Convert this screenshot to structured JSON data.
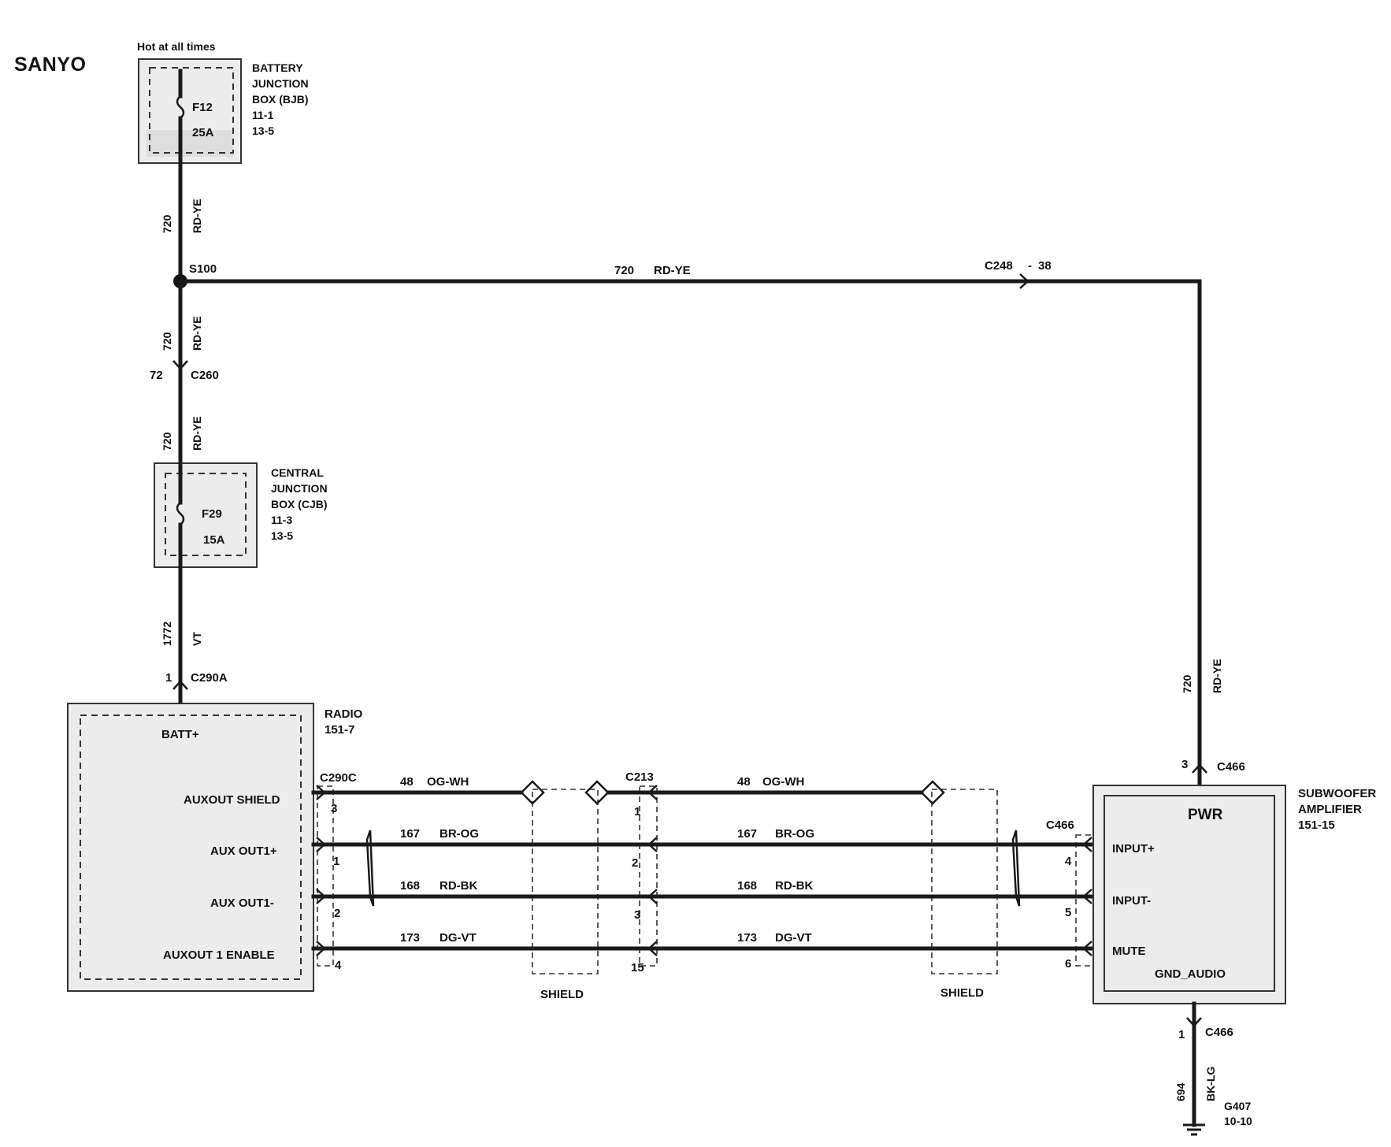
{
  "title": "SANYO",
  "hot_label": "Hot at all times",
  "bjb": {
    "lines": [
      "BATTERY",
      "JUNCTION",
      "BOX (BJB)",
      "11-1",
      "13-5"
    ],
    "fuse": "F12",
    "amps": "25A"
  },
  "cjb": {
    "lines": [
      "CENTRAL",
      "JUNCTION",
      "BOX (CJB)",
      "11-3",
      "13-5"
    ],
    "fuse": "F29",
    "amps": "15A"
  },
  "splice": "S100",
  "wires": {
    "w720_num": "720",
    "w720_color": "RD-YE",
    "w1772_num": "1772",
    "w1772_color": "VT",
    "w694_num": "694",
    "w694_color": "BK-LG",
    "signals": [
      {
        "num": "48",
        "color": "OG-WH"
      },
      {
        "num": "167",
        "color": "BR-OG"
      },
      {
        "num": "168",
        "color": "RD-BK"
      },
      {
        "num": "173",
        "color": "DG-VT"
      }
    ]
  },
  "connectors": {
    "c248": "C248",
    "c248_sep": "-",
    "c248_pin": "38",
    "c260": "C260",
    "c260_pin": "72",
    "c290a": "C290A",
    "c290a_pin": "1",
    "c290c": "C290C",
    "c290c_pins": [
      "3",
      "1",
      "2",
      "4"
    ],
    "c213": "C213",
    "c213_pins": [
      "1",
      "2",
      "3",
      "15"
    ],
    "c466_top": "C466",
    "c466_top_pin": "3",
    "c466_mid": "C466",
    "c466_pins": [
      "4",
      "5",
      "6"
    ],
    "c466_bot": "C466",
    "c466_bot_pin": "1"
  },
  "radio": {
    "name_lines": [
      "RADIO",
      "151-7"
    ],
    "pins": [
      "BATT+",
      "AUXOUT SHIELD",
      "AUX OUT1+",
      "AUX OUT1-",
      "AUXOUT 1 ENABLE"
    ]
  },
  "amplifier": {
    "name_lines": [
      "SUBWOOFER",
      "AMPLIFIER",
      "151-15"
    ],
    "pwr": "PWR",
    "pins": [
      "INPUT+",
      "INPUT-",
      "MUTE",
      "GND_AUDIO"
    ]
  },
  "shield_label": "SHIELD",
  "ground": {
    "name": "G407",
    "ref": "10-10"
  }
}
